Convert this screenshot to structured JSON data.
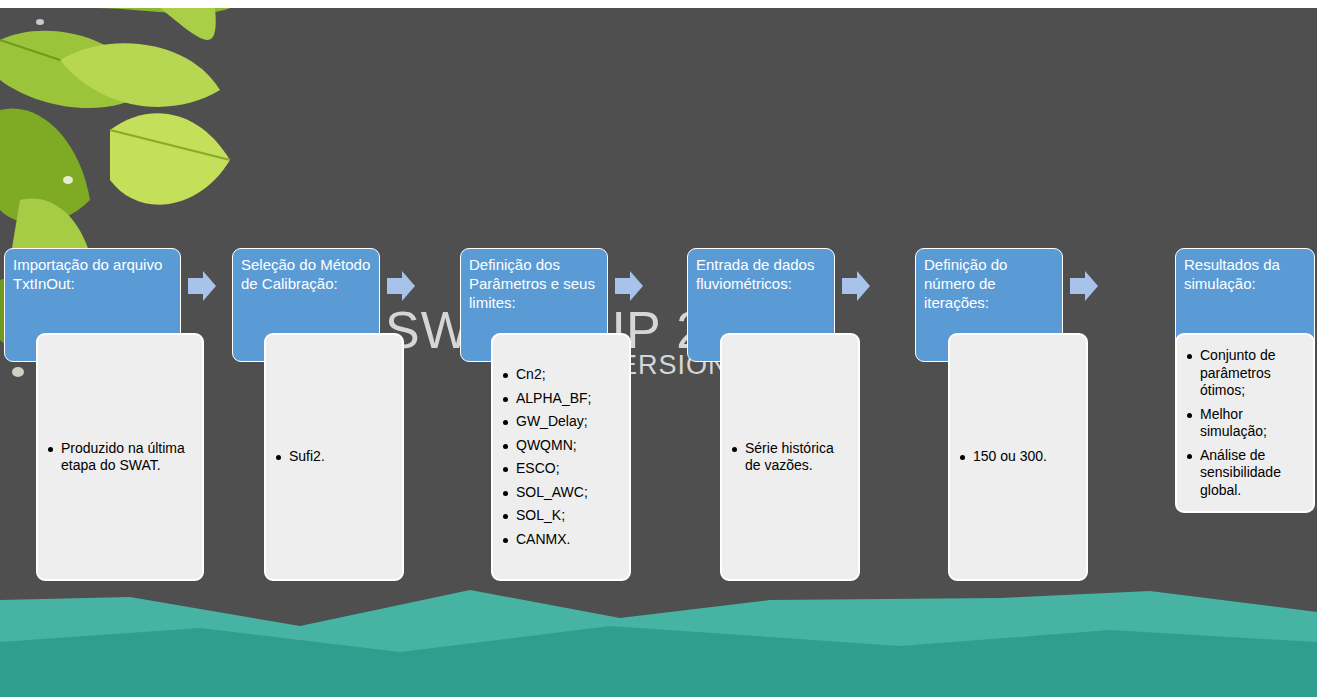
{
  "diagram": {
    "nodes": [
      {
        "text": [
          "Importação do arquivo TxtInOut:"
        ]
      },
      {
        "text": [
          "Produzido na última etapa do SWAT."
        ]
      },
      {
        "text": [
          "Seleção do Método de Calibração:"
        ]
      },
      {
        "text": [
          "Sufi2."
        ]
      },
      {
        "text": [
          "Definição dos Parâmetros e seus limites:"
        ]
      },
      {
        "text": [
          "Cn2;",
          "ALPHA_BF;",
          "GW_Delay;",
          "QWQMN;",
          "ESCO;",
          "SOL_AWC;",
          "SOL_K;",
          "CANMX."
        ]
      },
      {
        "text": [
          "Entrada de dados fluviométricos:"
        ]
      },
      {
        "text": [
          "Série histórica de vazões."
        ]
      },
      {
        "text": [
          "Definição do número de iterações:"
        ]
      },
      {
        "text": [
          "150 ou 300."
        ]
      },
      {
        "text": [
          "Resultados da simulação:"
        ]
      },
      {
        "text": [
          "Conjunto de parâmetros ótimos;",
          "Melhor simulação;",
          "Análise de sensibilidade global."
        ]
      }
    ],
    "edges": [
      {
        "from": 0,
        "to": 2,
        "arrow": "to"
      },
      {
        "from": 2,
        "to": 4,
        "arrow": "to"
      },
      {
        "from": 4,
        "to": 6,
        "arrow": "to"
      },
      {
        "from": 6,
        "to": 8,
        "arrow": "to"
      },
      {
        "from": 8,
        "to": 10,
        "arrow": "to"
      }
    ],
    "labels": [
      "SWAT-CUP 2012",
      "VERSION 5.1.6"
    ]
  }
}
